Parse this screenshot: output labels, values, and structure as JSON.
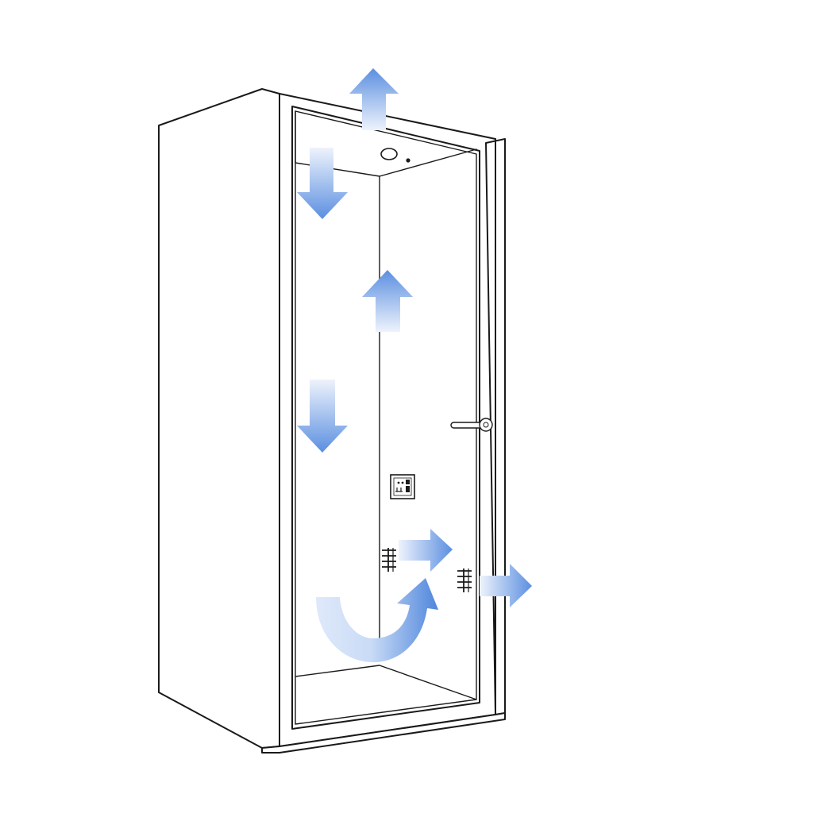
{
  "diagram": {
    "subject": "enclosed-booth-airflow",
    "colors": {
      "outline": "#1a1a1a",
      "background": "#ffffff",
      "arrow_dark": "#5b8fe0",
      "arrow_light": "#eef3fc"
    },
    "icons": {
      "ceiling_light": "ceiling-light-icon",
      "ceiling_sensor": "ceiling-sensor-icon",
      "door_handle": "door-handle-icon",
      "power_outlet": "power-outlet-icon",
      "ventilation_fan_inner": "vent-grille-icon",
      "ventilation_fan_outer": "vent-grille-icon"
    },
    "airflow_arrows": [
      {
        "id": "exhaust-top",
        "direction": "up"
      },
      {
        "id": "ceiling-inflow",
        "direction": "down"
      },
      {
        "id": "inner-rise",
        "direction": "up"
      },
      {
        "id": "inner-descend",
        "direction": "down"
      },
      {
        "id": "vent-inner-out",
        "direction": "right"
      },
      {
        "id": "vent-outer-out",
        "direction": "right"
      },
      {
        "id": "floor-circulation",
        "direction": "curved-up-right"
      }
    ]
  }
}
